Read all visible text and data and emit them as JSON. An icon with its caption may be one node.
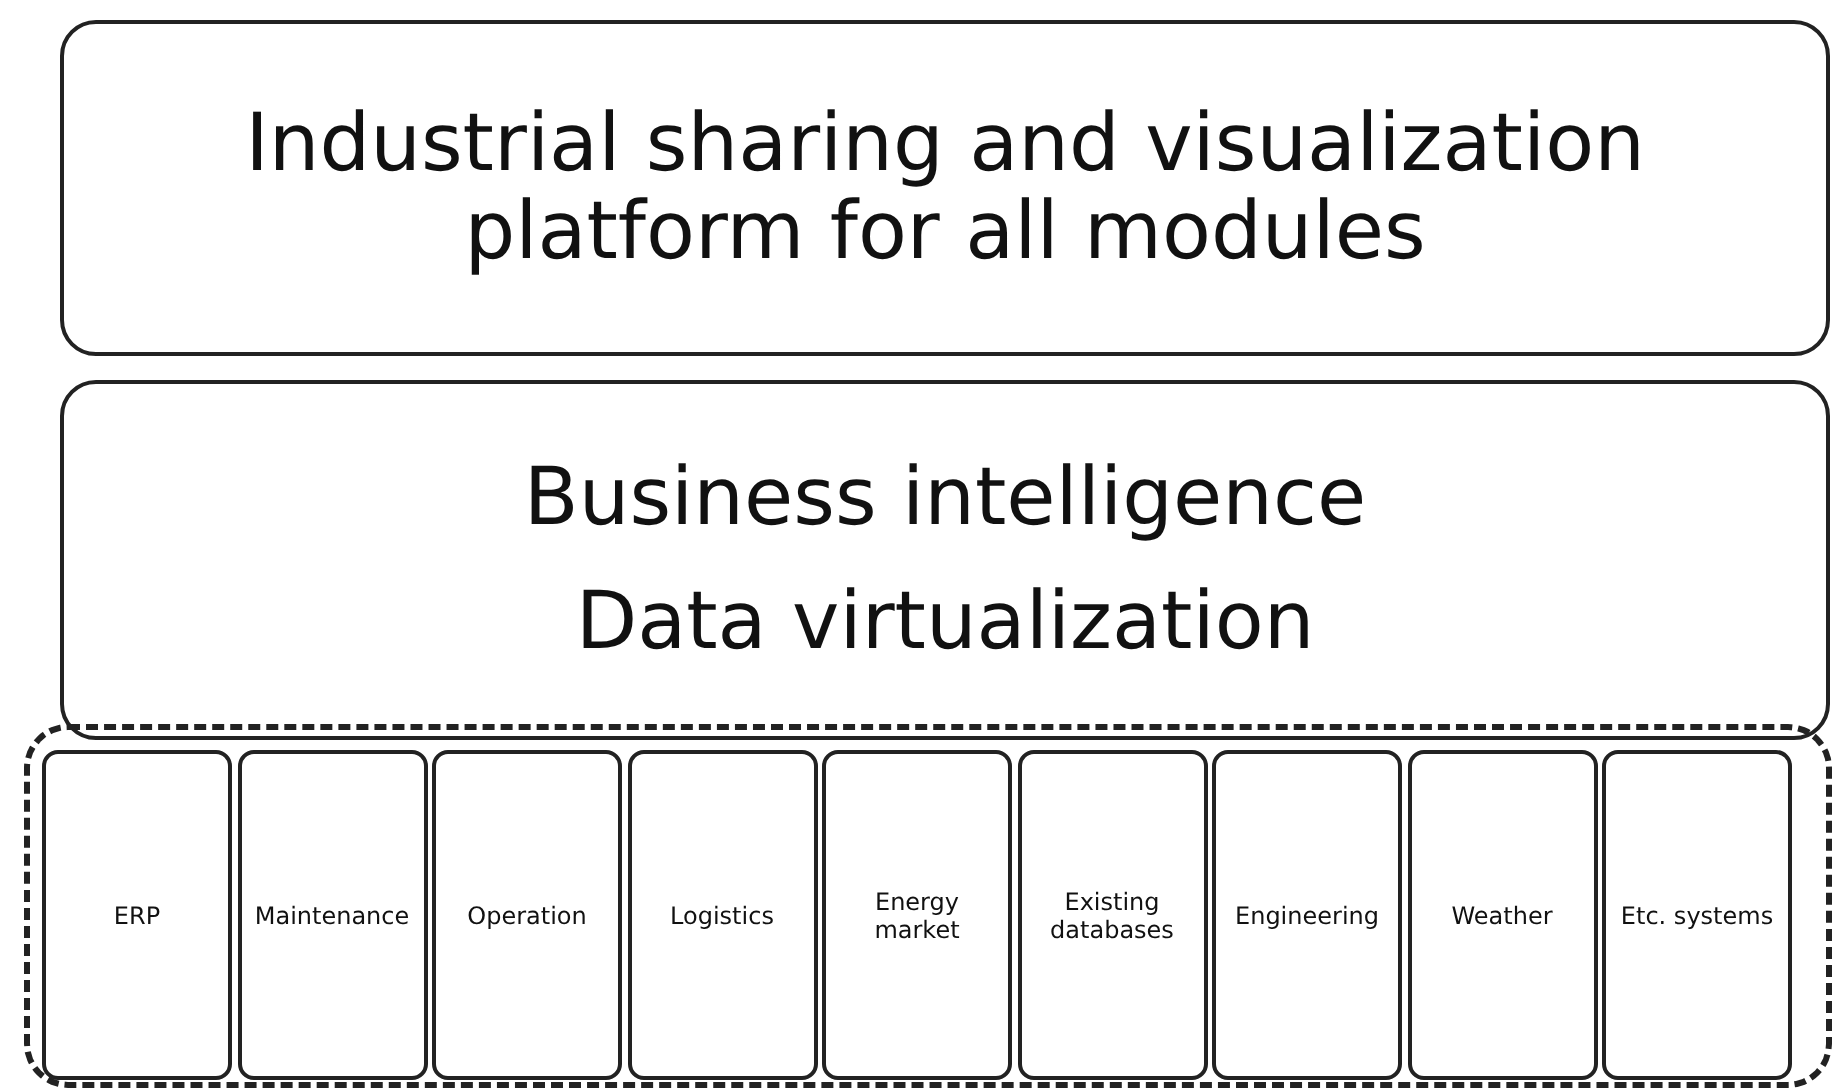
{
  "diagram": {
    "nodes": [
      {
        "text": [
          "Industrial sharing and visualization platform for all modules"
        ]
      },
      {
        "text": [
          "Business intelligence",
          "Data virtualization"
        ]
      },
      {
        "text": [],
        "shape": "box"
      },
      {
        "text": [
          "ERP"
        ],
        "in": 2
      },
      {
        "text": [
          "Maintenance"
        ],
        "in": 2
      },
      {
        "text": [
          "Operation"
        ],
        "in": 2
      },
      {
        "text": [
          "Logistics"
        ],
        "in": 2
      },
      {
        "text": [
          "Energy market"
        ],
        "in": 2
      },
      {
        "text": [
          "Existing databases"
        ],
        "in": 2
      },
      {
        "text": [
          "Engineering"
        ],
        "in": 2
      },
      {
        "text": [
          "Weather"
        ],
        "in": 2
      },
      {
        "text": [
          "Etc. systems"
        ],
        "in": 2
      }
    ]
  }
}
